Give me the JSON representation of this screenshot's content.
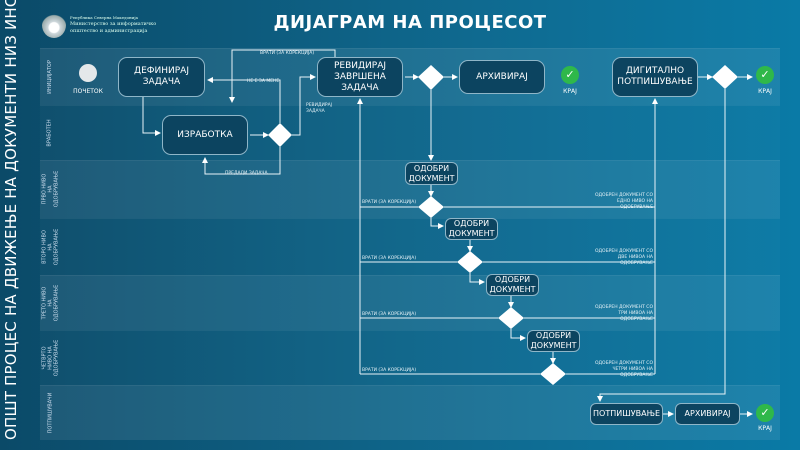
{
  "header": {
    "title": "ДИЈАГРАМ НА ПРОЦЕСОТ",
    "org_top": "Република Северна Македонија",
    "org_line1": "Министерство за информатичко",
    "org_line2": "општество и администрација"
  },
  "side_title": "ОПШТ ПРОЦЕС НА ДВИЖЕЊЕ НА ДОКУМЕНТИ НИЗ ИНСТИТУЦИЈА",
  "lanes": [
    "ИНИЦИЈАТОР",
    "ВРАБОТЕН",
    "ПРВО НИВО НА ОДОБРУВАЊЕ",
    "ВТОРО НИВО НА ОДОБРУВАЊЕ",
    "ТРЕТО НИВО НА ОДОБРУВАЊЕ",
    "ЧЕТВРТО НИВО НА ОДОБРУВАЊЕ",
    "ПОТПИШУВАЧИ"
  ],
  "nodes": {
    "start": "ПОЧЕТОК",
    "define": "ДЕФИНИРАЈ ЗАДАЧА",
    "work": "ИЗРАБОТКА",
    "review": "РЕВИДИРАЈ ЗАВРШЕНА ЗАДАЧА",
    "archive1": "АРХИВИРАЈ",
    "digital": "ДИГИТАЛНО ПОТПИШУВАЊЕ",
    "approve": "ОДОБРИ ДОКУМЕНТ",
    "sign": "ПОТПИШУВАЊЕ",
    "archive2": "АРХИВИРАЈ",
    "end": "КРАЈ"
  },
  "labels": {
    "return": "ВРАТИ (ЗА КОРЕКЦИЈА)",
    "not_mine": "НЕ Е ЗА МЕНЕ",
    "review_task": "РЕВИДИРАЈ ЗАДАЧА",
    "submit": "ПРЕДАДИ ЗАДАЧА",
    "approved": [
      "ОДОБРЕН ДОКУМЕНТ СО ЕДНО НИВО НА ОДОБРУВАЊЕ",
      "ОДОБРЕН ДОКУМЕНТ СО ДВЕ НИВОА НА ОДОБРУВАЊЕ",
      "ОДОБРЕН ДОКУМЕНТ СО ТРИ НИВОА НА ОДОБРУВАЊЕ",
      "ОДОБРЕН ДОКУМЕНТ СО ЧЕТРИ НИВОА НА ОДОБРУВАЊЕ"
    ]
  }
}
